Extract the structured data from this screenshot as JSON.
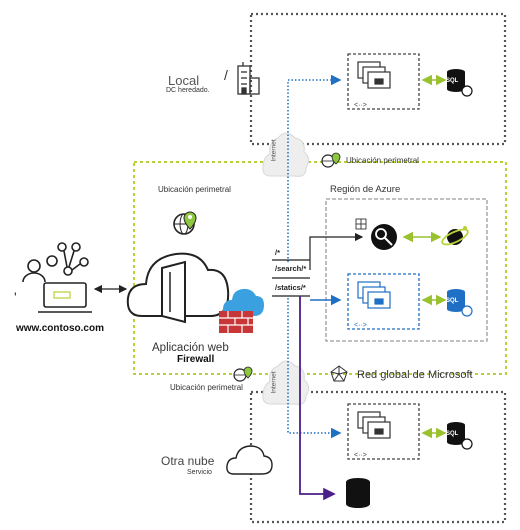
{
  "labels": {
    "local": "Local",
    "local_sub": "DC heredado.",
    "local_mark": "/",
    "user_mark": "'",
    "edge_top": "Ubicación perimetral",
    "edge_right": "Ubicación perimetral",
    "region": "Región de Azure",
    "route_root": "/*",
    "route_search": "/search/*",
    "route_statics": "/statics/*",
    "site": "www.contoso.com",
    "app": "Aplicación web",
    "firewall": "Firewall",
    "edge_bottom": "Ubicación perimetral",
    "global_network": "Red global de Microsoft",
    "other_cloud": "Otra nube",
    "other_cloud_sub": "Servicio",
    "internet": "Internet",
    "sql": "SQL",
    "resize": "<··>"
  },
  "colors": {
    "dotted_box": "#555555",
    "global_border": "#b5d334",
    "region_border": "#9a9a9a",
    "blue": "#1f6fc4",
    "purple": "#4b1f8a",
    "green_arrow": "#9ac12e",
    "firewall": "#c83737",
    "edge_pin": "#8dc63f",
    "azure_cloud": "#3aa0e0"
  },
  "icons": [
    "building-icon",
    "user-network-icon",
    "laptop-icon",
    "front-door-cloud-icon",
    "firewall-icon",
    "azure-cloud-icon",
    "vm-scale-set-icon",
    "sql-database-icon",
    "search-service-icon",
    "cosmos-db-icon",
    "grid-icon",
    "globe-pin-icon",
    "mesh-network-icon",
    "cloud-icon",
    "database-icon"
  ]
}
